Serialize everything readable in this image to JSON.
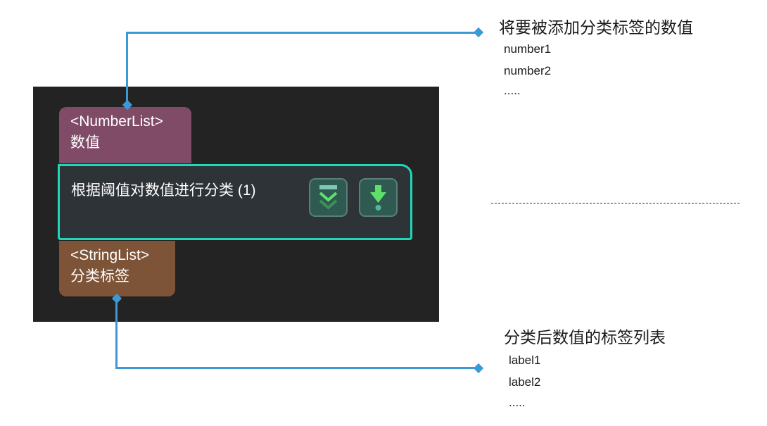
{
  "node": {
    "title": "根据阈值对数值进行分类 (1)",
    "border_color": "#1fd8b8",
    "buttons": [
      {
        "icon": "collapse-chevrons-icon"
      },
      {
        "icon": "download-arrow-icon"
      }
    ]
  },
  "input_port": {
    "type": "<NumberList>",
    "name": "数值",
    "color": "#804b67",
    "description": {
      "title": "将要被添加分类标签的数值",
      "items": [
        "number1",
        "number2",
        "....."
      ]
    }
  },
  "output_port": {
    "type": "<StringList>",
    "name": "分类标签",
    "color": "#7d5438",
    "description": {
      "title": "分类后数值的标签列表",
      "items": [
        "label1",
        "label2",
        "....."
      ]
    }
  },
  "connector_color": "#3d98d6"
}
